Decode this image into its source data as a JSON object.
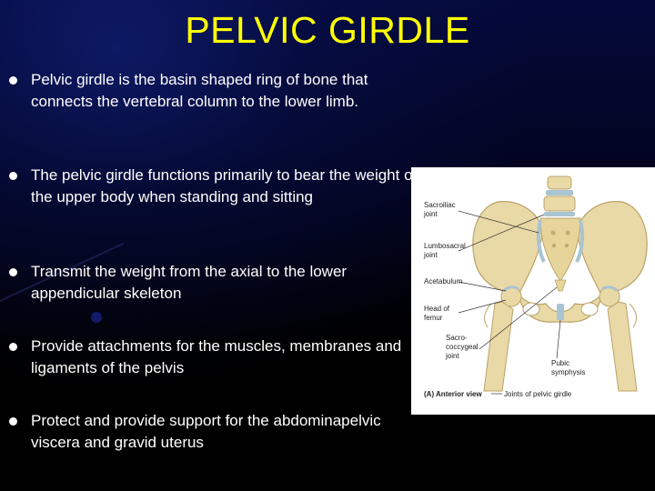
{
  "slide": {
    "title": "PELVIC GIRDLE",
    "title_color": "#ffff00",
    "background": "#000000",
    "bullets": [
      {
        "text": "Pelvic girdle is the basin shaped ring of bone that connects the vertebral column to the lower limb."
      },
      {
        "text": "The pelvic girdle functions primarily to bear the weight of the upper body when standing and sitting"
      },
      {
        "text": "Transmit the weight from the axial to the lower appendicular skeleton"
      },
      {
        "text": "Provide attachments for the muscles, membranes and ligaments of the pelvis"
      },
      {
        "text": "Protect and provide support for the abdominapelvic viscera and gravid uterus"
      }
    ]
  },
  "figure": {
    "labels": {
      "sacroiliac_l1": "Sacroiliac",
      "sacroiliac_l2": "joint",
      "lumbosacral_l1": "Lumbosacral",
      "lumbosacral_l2": "joint",
      "acetabulum": "Acetabulum",
      "head_of_femur_l1": "Head of",
      "head_of_femur_l2": "femur",
      "sacrococcygeal_l1": "Sacro-",
      "sacrococcygeal_l2": "coccygeal",
      "sacrococcygeal_l3": "joint",
      "pubic_symphysis_l1": "Pubic",
      "pubic_symphysis_l2": "symphysis"
    },
    "caption_part": "(A) Anterior view",
    "caption_rest": "Joints of pelvic girdle",
    "bone_color": "#e9d9a6",
    "joint_color": "#a9c4d2"
  }
}
